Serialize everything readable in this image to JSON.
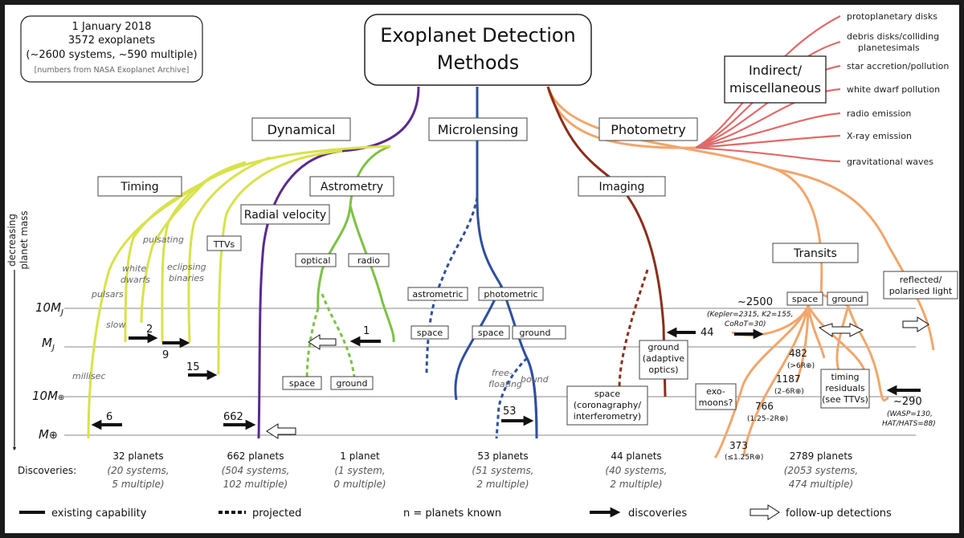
{
  "title": [
    "Exoplanet Detection",
    "Methods"
  ],
  "info_box": {
    "line1": "1 January 2018",
    "line2": "3572 exoplanets",
    "line3": "(~2600 systems, ~590 multiple)",
    "line4": "[numbers from NASA Exoplanet Archive]"
  },
  "categories": {
    "dynamical": "Dynamical",
    "microlensing": "Microlensing",
    "photometry": "Photometry",
    "indirect": [
      "Indirect/",
      "miscellaneous"
    ]
  },
  "methods": {
    "timing": "Timing",
    "astrometry": "Astrometry",
    "radial_velocity": "Radial velocity",
    "imaging": "Imaging",
    "transits": "Transits",
    "ttvs": "TTVs",
    "optical": "optical",
    "radio": "radio",
    "astrometric": "astrometric",
    "photometric": "photometric",
    "space": "space",
    "ground": "ground",
    "ground_adaptive": [
      "ground",
      "(adaptive",
      "optics)"
    ],
    "space_imaging": [
      "space",
      "(coronagraphy/",
      "interferometry)"
    ],
    "exomoons": [
      "exo-",
      "moons?"
    ],
    "timing_residuals": [
      "timing",
      "residuals",
      "(see TTVs)"
    ],
    "reflected": [
      "reflected/",
      "polarised light"
    ]
  },
  "timing_branches": {
    "millisec": "millisec",
    "pulsars": "pulsars",
    "slow": "slow",
    "white_dwarfs": [
      "white",
      "dwarfs"
    ],
    "pulsating": "pulsating",
    "eclipsing": [
      "eclipsing",
      "binaries"
    ]
  },
  "microlensing_branches": {
    "free_floating": [
      "free-",
      "floating"
    ],
    "bound": "bound"
  },
  "indirect_items": [
    "protoplanetary disks",
    "debris disks/colliding",
    "planetesimals",
    "star accretion/pollution",
    "white dwarf pollution",
    "radio emission",
    "X-ray emission",
    "gravitational waves"
  ],
  "axis": {
    "label": [
      "decreasing",
      "planet mass"
    ],
    "levels": [
      "10M",
      "M",
      "10M",
      "M"
    ],
    "subscripts": [
      "J",
      "J",
      "",
      ""
    ]
  },
  "counts": {
    "pulsar_6": "6",
    "pulsar_2": "2",
    "pulsar_9": "9",
    "ttv_15": "15",
    "rv_662": "662",
    "astro_1": "1",
    "micro_53": "53",
    "imaging_44": "44",
    "transit_2500": "~2500",
    "transit_space_detail": [
      "(Kepler=2315, K2=155,",
      "CoRoT=30)"
    ],
    "transit_482": "482",
    "transit_482_sub": "(>6R⊕)",
    "transit_1187": "1187",
    "transit_1187_sub": "(2–6R⊕)",
    "transit_766": "766",
    "transit_766_sub": "(1.25–2R⊕)",
    "transit_373": "373",
    "transit_373_sub": "(≤1.25R⊕)",
    "transit_290": "~290",
    "transit_ground_detail": [
      "(WASP=130,",
      "HAT/HATS=88)"
    ]
  },
  "discoveries": {
    "label": "Discoveries:",
    "columns": [
      {
        "planets": "32 planets",
        "systems": "(20 systems,",
        "multiple": "5 multiple)"
      },
      {
        "planets": "662 planets",
        "systems": "(504 systems,",
        "multiple": "102 multiple)"
      },
      {
        "planets": "1 planet",
        "systems": "(1 system,",
        "multiple": "0 multiple)"
      },
      {
        "planets": "53 planets",
        "systems": "(51 systems,",
        "multiple": "2 multiple)"
      },
      {
        "planets": "44 planets",
        "systems": "(40 systems,",
        "multiple": "2 multiple)"
      },
      {
        "planets": "2789 planets",
        "systems": "(2053 systems,",
        "multiple": "474 multiple)"
      }
    ]
  },
  "legend": {
    "existing": "existing capability",
    "projected": "projected",
    "known": "n = planets known",
    "discoveries": "discoveries",
    "followup": "follow-up detections"
  },
  "colors": {
    "timing": "#d8e24a",
    "radial_velocity": "#5b2a8e",
    "astrometry": "#7cc243",
    "microlensing": "#2f4f9e",
    "imaging": "#8b2e1a",
    "photometry": "#f2a66b",
    "indirect": "#e06a6a"
  }
}
